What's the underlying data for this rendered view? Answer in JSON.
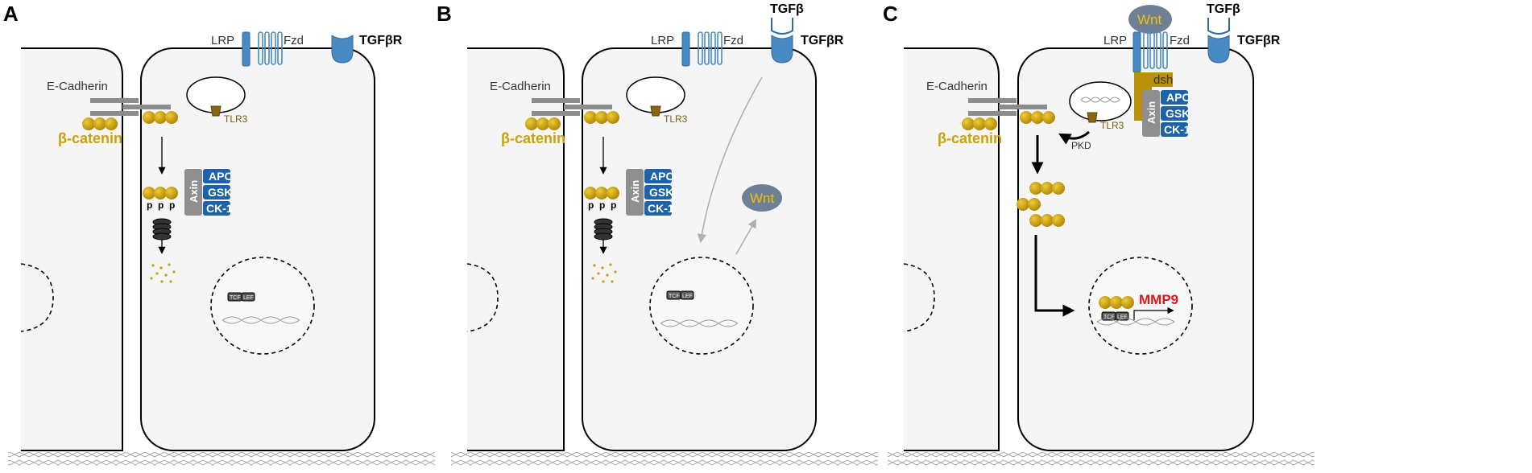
{
  "panels": [
    {
      "letter": "A",
      "labels": {
        "lrp": "LRP",
        "fzd": "Fzd",
        "tgfbr": "TGFβR",
        "ecadherin": "E-Cadherin",
        "beta_catenin": "β-catenin",
        "tlr3": "TLR3",
        "axin": "Axin",
        "apc": "APC",
        "gsk": "GSK",
        "ck1": "CK-1",
        "p": "p",
        "tcf": "TCF",
        "lef": "LEF"
      }
    },
    {
      "letter": "B",
      "labels": {
        "lrp": "LRP",
        "fzd": "Fzd",
        "tgfbr": "TGFβR",
        "tgfb": "TGFβ",
        "ecadherin": "E-Cadherin",
        "beta_catenin": "β-catenin",
        "tlr3": "TLR3",
        "axin": "Axin",
        "apc": "APC",
        "gsk": "GSK",
        "ck1": "CK-1",
        "p": "p",
        "tcf": "TCF",
        "lef": "LEF",
        "wnt": "Wnt"
      }
    },
    {
      "letter": "C",
      "labels": {
        "lrp": "LRP",
        "fzd": "Fzd",
        "tgfbr": "TGFβR",
        "tgfb": "TGFβ",
        "wnt": "Wnt",
        "dsh": "dsh",
        "ecadherin": "E-Cadherin",
        "beta_catenin": "β-catenin",
        "tlr3": "TLR3",
        "pkd": "PKD",
        "axin": "Axin",
        "apc": "APC",
        "gsk": "GSK",
        "ck1": "CK-1",
        "tcf": "TCF",
        "lef": "LEF",
        "mmp9": "MMP9"
      }
    }
  ],
  "colors": {
    "beta_catenin": "#c8a20a",
    "receptor_blue": "#4a8ac4",
    "destruction_box": "#1e62a8",
    "axin_gray": "#8f8f8f",
    "cell_fill": "#f5f5f5",
    "mmp9_red": "#e01818",
    "wnt_oval": "#6e7f96",
    "dsh_gold": "#b8900a"
  }
}
